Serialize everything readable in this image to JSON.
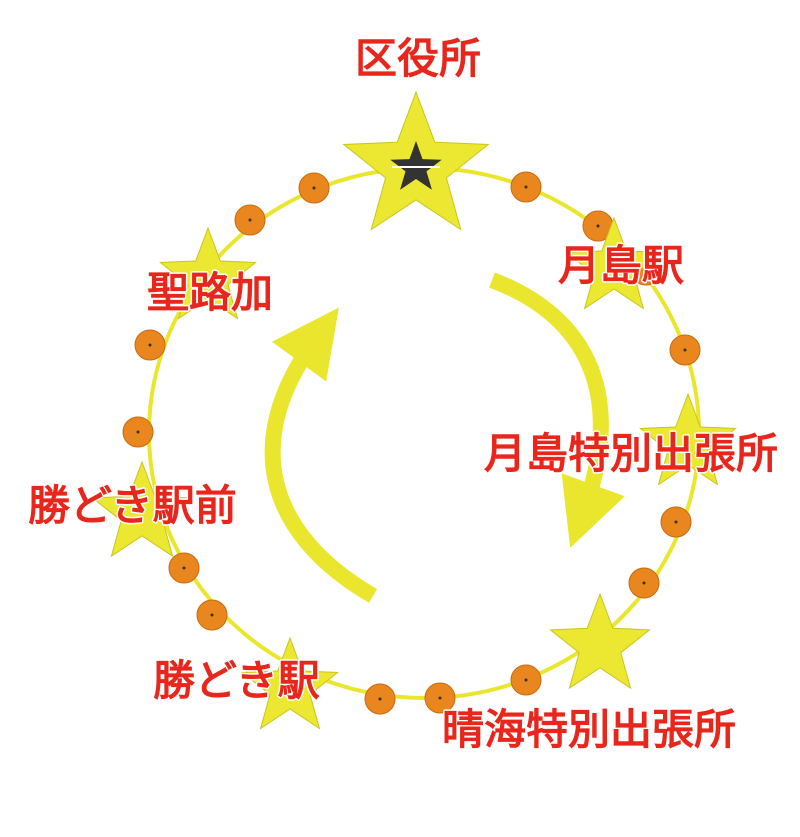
{
  "colors": {
    "loop": "#EAE62E",
    "star": "#ECE731",
    "star_stroke": "#C9C51C",
    "stop": "#E9861E",
    "stop_stroke": "#C86A10",
    "label": "#E8261C",
    "center_star": "#333333"
  },
  "stations": [
    {
      "id": "ward-office",
      "label": "区役所",
      "icon": "star-icon"
    },
    {
      "id": "tsukishima-station",
      "label": "月島駅",
      "icon": "star-icon"
    },
    {
      "id": "tsukishima-branch",
      "label": "月島特別出張所",
      "icon": "star-icon"
    },
    {
      "id": "harumi-branch",
      "label": "晴海特別出張所",
      "icon": "star-icon"
    },
    {
      "id": "kachidoki-station",
      "label": "勝どき駅",
      "icon": "star-icon"
    },
    {
      "id": "kachidoki-ekimae",
      "label": "勝どき駅前",
      "icon": "star-icon"
    },
    {
      "id": "seiroka",
      "label": "聖路加",
      "icon": "star-icon"
    }
  ],
  "direction_arrows": [
    "clockwise-arrow-right",
    "clockwise-arrow-left"
  ]
}
